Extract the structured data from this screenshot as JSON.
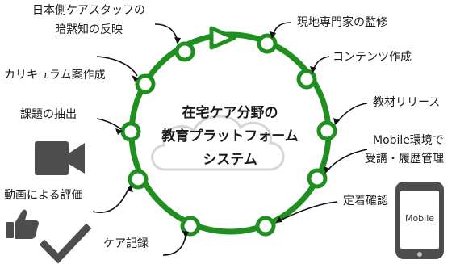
{
  "center": {
    "line1": "在宅ケア分野の",
    "line2": "教育プラットフォーム",
    "line3": "システム"
  },
  "steps": {
    "reflect": [
      "日本側ケアスタッフの",
      "暗黙知の反映"
    ],
    "expert": "現地専門家の監修",
    "content": "コンテンツ作成",
    "materials": "教材リリース",
    "mobile": [
      "Mobile環境で",
      "受講・履歴管理"
    ],
    "retention": "定着確認",
    "care_record": "ケア記録",
    "video_eval": "動画による評価",
    "extract": "課題の抽出",
    "curriculum": "カリキュラム案作成"
  },
  "phone": {
    "screen_label": "Mobile"
  },
  "colors": {
    "cycle": "#1f8f1f",
    "node_fill": "#ffffff",
    "icon_gray": "#4d4d4d",
    "cloud": "#d9d9d9"
  }
}
